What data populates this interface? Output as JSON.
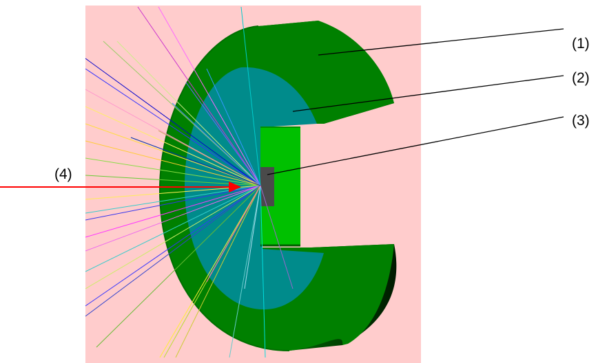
{
  "labels": {
    "l1": "(1)",
    "l2": "(2)",
    "l3": "(3)",
    "l4": "(4)"
  },
  "colors": {
    "background_panel": "#ffcccc",
    "outer_ring": "#008000",
    "outer_ring_side_dark": "#002a00",
    "inner_disk": "#008b8b",
    "target_holder": "#00c000",
    "target": "#4a4a4a",
    "beam": "#ff0000",
    "leader_lines": "#000000"
  },
  "icons": {
    "beam_arrow": "arrow-right-icon"
  }
}
